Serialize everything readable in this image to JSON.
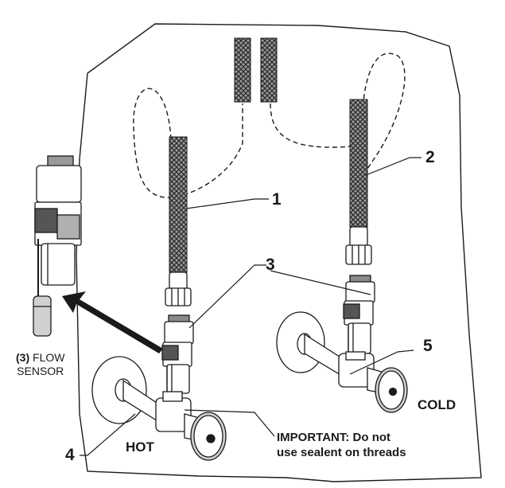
{
  "labels": {
    "callout_1": "1",
    "callout_2": "2",
    "callout_3": "3",
    "callout_4": "4",
    "callout_5": "5",
    "hot": "HOT",
    "cold": "COLD",
    "important_line1": "IMPORTANT: Do not",
    "important_line2": "use sealent on threads",
    "flow_sensor_qty": "(3)",
    "flow_sensor_word": "FLOW",
    "flow_sensor_line2": "SENSOR"
  },
  "colors": {
    "line": "#1a1a1a",
    "fill": "#ffffff",
    "hose": "#8a8a8a",
    "shade": "#bdbdbd"
  }
}
